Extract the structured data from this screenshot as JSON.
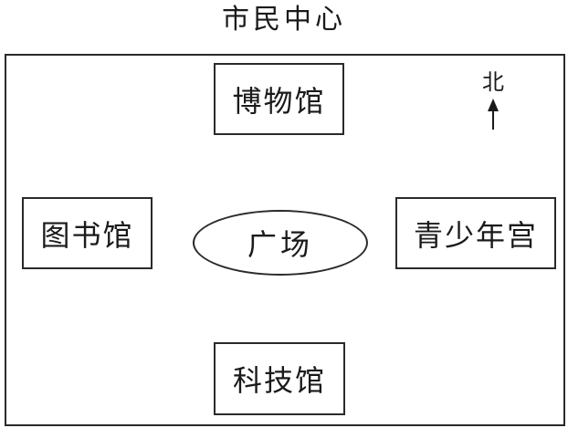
{
  "title": "市民中心",
  "compass": {
    "label": "北",
    "icon": "north-arrow-icon"
  },
  "buildings": {
    "north": "博物馆",
    "west": "图书馆",
    "center": "广场",
    "east": "青少年宫",
    "south": "科技馆"
  }
}
